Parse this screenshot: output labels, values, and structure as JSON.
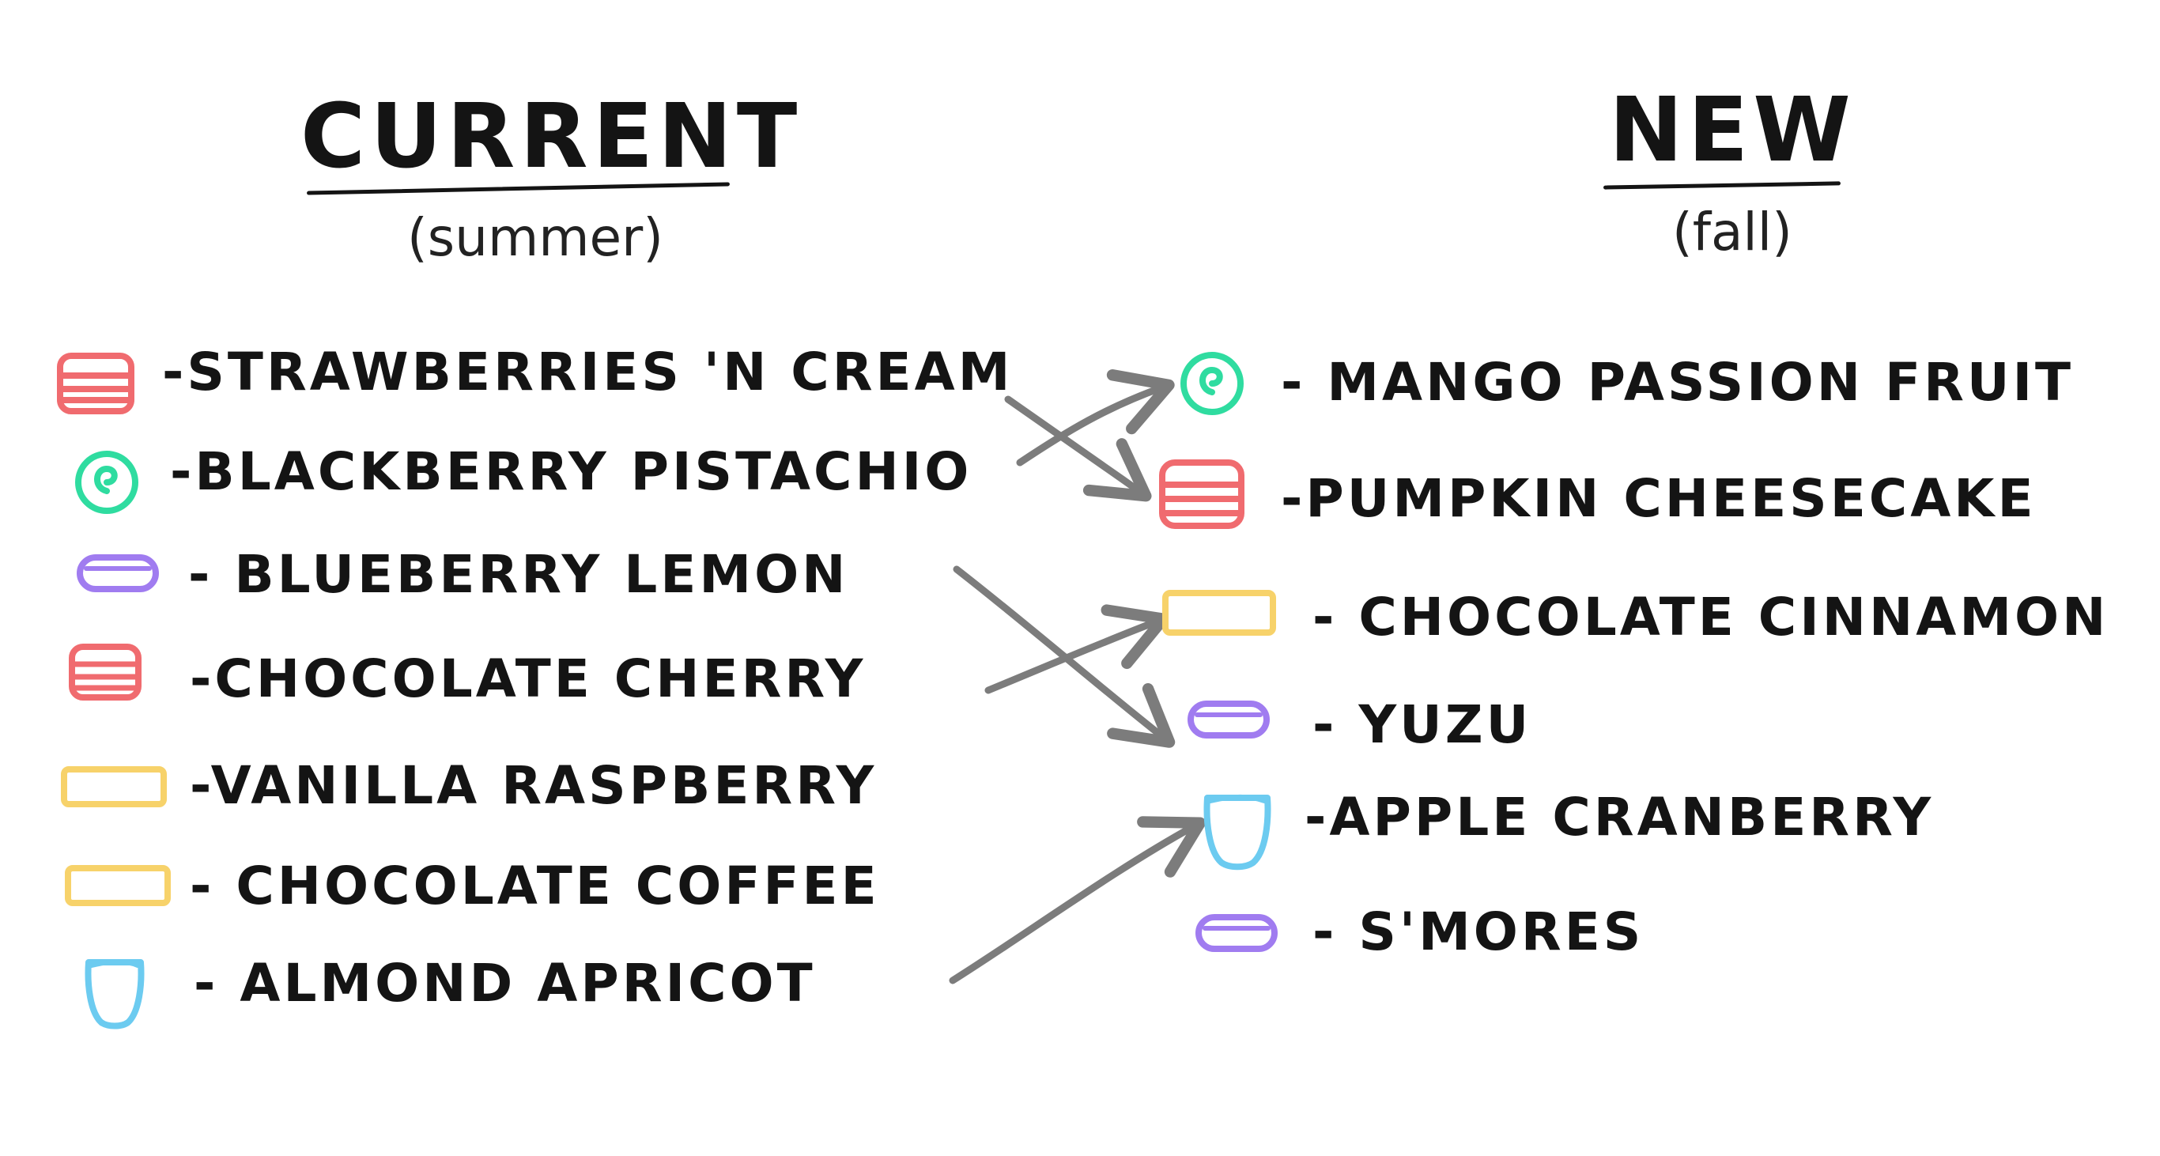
{
  "current": {
    "title": "CURRENT",
    "subtitle": "(summer)",
    "items": [
      {
        "label": "-STRAWBERRIES 'N CREAM",
        "icon": "stacked-cake-icon",
        "color": "#f06b6f"
      },
      {
        "label": "-BLACKBERRY PISTACHIO",
        "icon": "spiral-icon",
        "color": "#2fdca0"
      },
      {
        "label": "- BLUEBERRY LEMON",
        "icon": "flat-disc-icon",
        "color": "#a07cf0"
      },
      {
        "label": "-CHOCOLATE CHERRY",
        "icon": "stacked-cake-icon",
        "color": "#f06b6f"
      },
      {
        "label": "-VANILLA RASPBERRY",
        "icon": "rectangle-bar-icon",
        "color": "#f7d26a"
      },
      {
        "label": "- CHOCOLATE COFFEE",
        "icon": "rectangle-bar-icon",
        "color": "#f7d26a"
      },
      {
        "label": "- ALMOND APRICOT",
        "icon": "cup-icon",
        "color": "#6ccbf0"
      }
    ]
  },
  "new": {
    "title": "NEW",
    "subtitle": "(fall)",
    "items": [
      {
        "label": "- MANGO PASSION FRUIT",
        "icon": "spiral-icon",
        "color": "#2fdca0"
      },
      {
        "label": "-PUMPKIN CHEESECAKE",
        "icon": "stacked-cake-icon",
        "color": "#f06b6f"
      },
      {
        "label": "- CHOCOLATE CINNAMON",
        "icon": "rectangle-bar-icon",
        "color": "#f7d26a"
      },
      {
        "label": "- YUZU",
        "icon": "flat-disc-icon",
        "color": "#a07cf0"
      },
      {
        "label": "-APPLE CRANBERRY",
        "icon": "cup-icon",
        "color": "#6ccbf0"
      },
      {
        "label": "- S'MORES",
        "icon": "flat-disc-icon",
        "color": "#a07cf0"
      }
    ]
  },
  "arrow_color": "#7c7c7c",
  "replacements": [
    {
      "from": "STRAWBERRIES 'N CREAM",
      "to": "PUMPKIN CHEESECAKE"
    },
    {
      "from": "BLACKBERRY PISTACHIO",
      "to": "MANGO PASSION FRUIT"
    },
    {
      "from": "BLUEBERRY LEMON",
      "to": "YUZU"
    },
    {
      "from": "CHOCOLATE CHERRY",
      "to": "CHOCOLATE CINNAMON"
    },
    {
      "from": "ALMOND APRICOT",
      "to": "APPLE CRANBERRY"
    }
  ]
}
